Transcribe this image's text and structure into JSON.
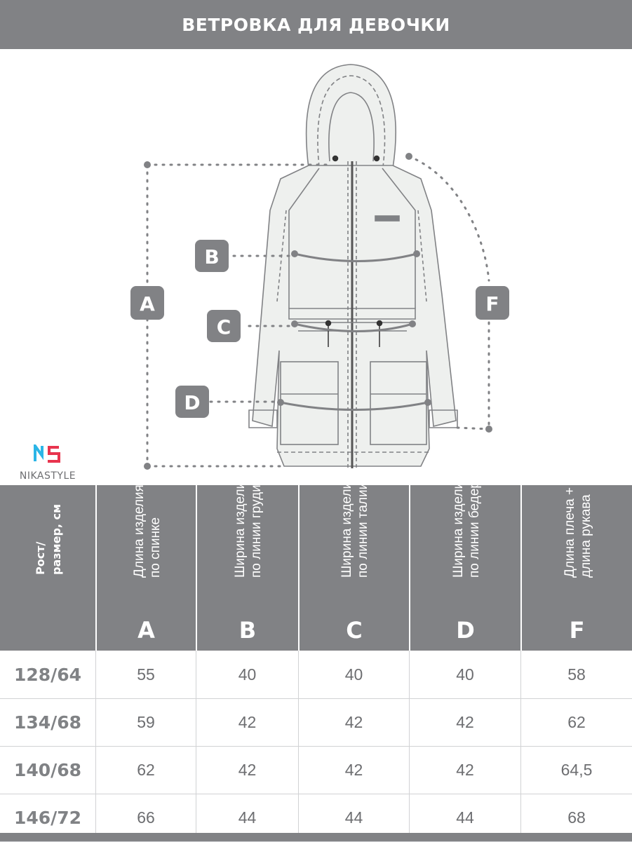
{
  "header": {
    "title": "ВЕТРОВКА ДЛЯ ДЕВОЧКИ"
  },
  "brand": {
    "name": "NIKASTYLE",
    "logo_colors": [
      "#2bb5e6",
      "#e8344e"
    ]
  },
  "diagram": {
    "labels": {
      "a": "A",
      "b": "B",
      "c": "C",
      "d": "D",
      "f": "F"
    },
    "colors": {
      "line": "#818285",
      "badge": "#818285",
      "garment_fill": "#eef0ee"
    }
  },
  "table": {
    "header_first": "Рост/\nразмер, см",
    "columns": [
      {
        "label": "Длина изделия\nпо спинке",
        "letter": "A"
      },
      {
        "label": "Ширина изделия\nпо линии груди",
        "letter": "B"
      },
      {
        "label": "Ширина изделия\nпо линии талии",
        "letter": "C"
      },
      {
        "label": "Ширина изделия\nпо линии бедер",
        "letter": "D"
      },
      {
        "label": "Длина плеча +\nдлина рукава",
        "letter": "F"
      }
    ],
    "rows": [
      {
        "size": "128/64",
        "values": [
          "55",
          "40",
          "40",
          "40",
          "58"
        ]
      },
      {
        "size": "134/68",
        "values": [
          "59",
          "42",
          "42",
          "42",
          "62"
        ]
      },
      {
        "size": "140/68",
        "values": [
          "62",
          "42",
          "42",
          "42",
          "64,5"
        ]
      },
      {
        "size": "146/72",
        "values": [
          "66",
          "44",
          "44",
          "44",
          "68"
        ]
      }
    ]
  }
}
